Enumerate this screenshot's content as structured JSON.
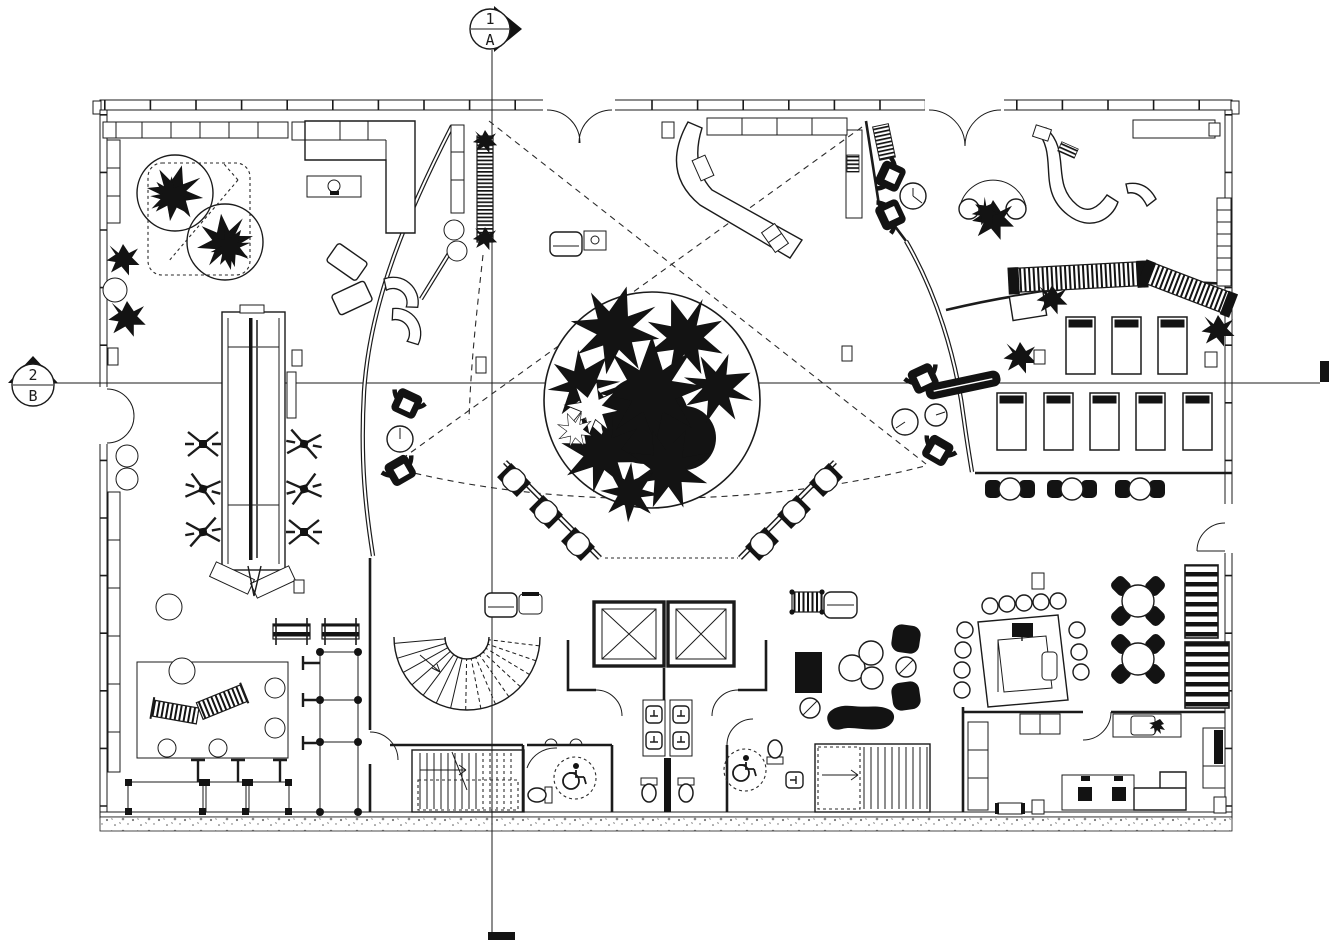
{
  "drawing": {
    "kind": "architectural-floor-plan",
    "colors": {
      "background": "#ffffff",
      "lines": "#1b1b1b",
      "dark_fill": "#131313"
    }
  },
  "markers": {
    "top": {
      "number": "1",
      "letter": "A"
    },
    "left": {
      "number": "2",
      "letter": "B"
    }
  },
  "icons": {
    "wheelchair_accessible": "wheelchair-icon",
    "elevator_shaft": "crossed-box-icon",
    "stairs": "tread-lines-icon",
    "spiral_stairs": "fan-tread-icon",
    "plants": "leaf-burst-icon"
  }
}
